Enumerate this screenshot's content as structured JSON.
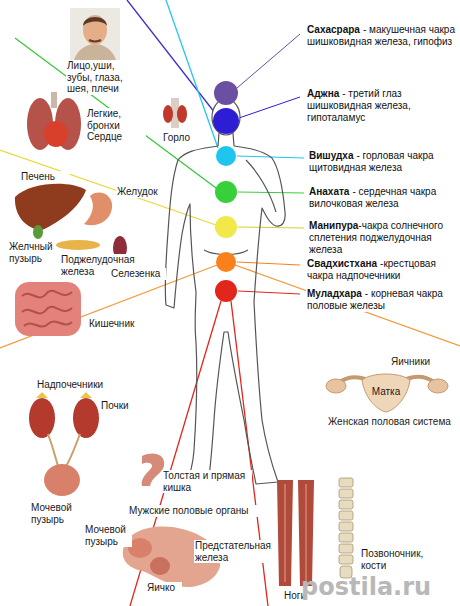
{
  "diagram": {
    "labels": [
      "Сахасрара",
      "- макушечная чакра шишковидная железа, гипофиз",
      "Аджна",
      "- третий глаз шишковидная железа, гипоталамус",
      "Вишудха",
      "- горловая чакра щитовидная железа",
      "Анахата",
      "- сердечная чакра вилочковая железа",
      "Манипура",
      "-чакра солнечного сплетения поджелудочная железа",
      "Свадхистхана",
      "-крестцовая чакра надпочечники",
      "Муладхара",
      "- корневая чакра половые железы",
      "Лицо,уши, зубы, глаза, шея, плечи",
      "Горло",
      "Легкие, бронхи Сердце",
      "Печень",
      "Желудок",
      "Желчный пузырь",
      "Поджелудочная железа",
      "Селезенка",
      "Кишечник",
      "Надпочечники",
      "Почки",
      "Мочевой пузырь",
      "Яичники",
      "Матка",
      "Женская половая система",
      "Толстая и прямая кишка",
      "Мужские половые органы",
      "Мочевой пузырь",
      "Предстательная железа",
      "Яичко",
      "Ноги",
      "Позвоночник, кости",
      "postila.ru"
    ]
  }
}
